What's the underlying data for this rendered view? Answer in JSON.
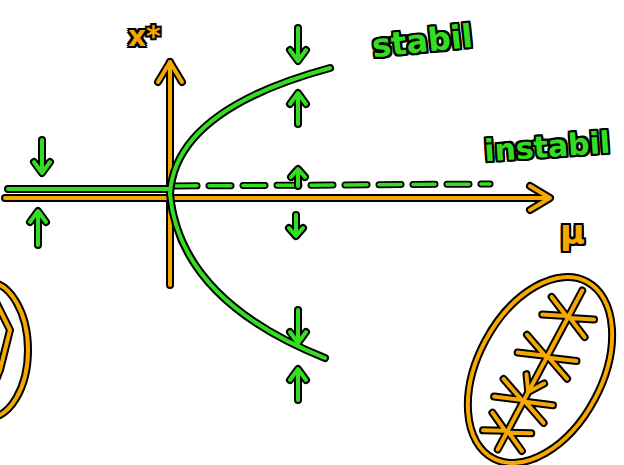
{
  "diagram": {
    "labels": [
      "x*",
      "stabil",
      "instabil",
      "μ"
    ]
  }
}
